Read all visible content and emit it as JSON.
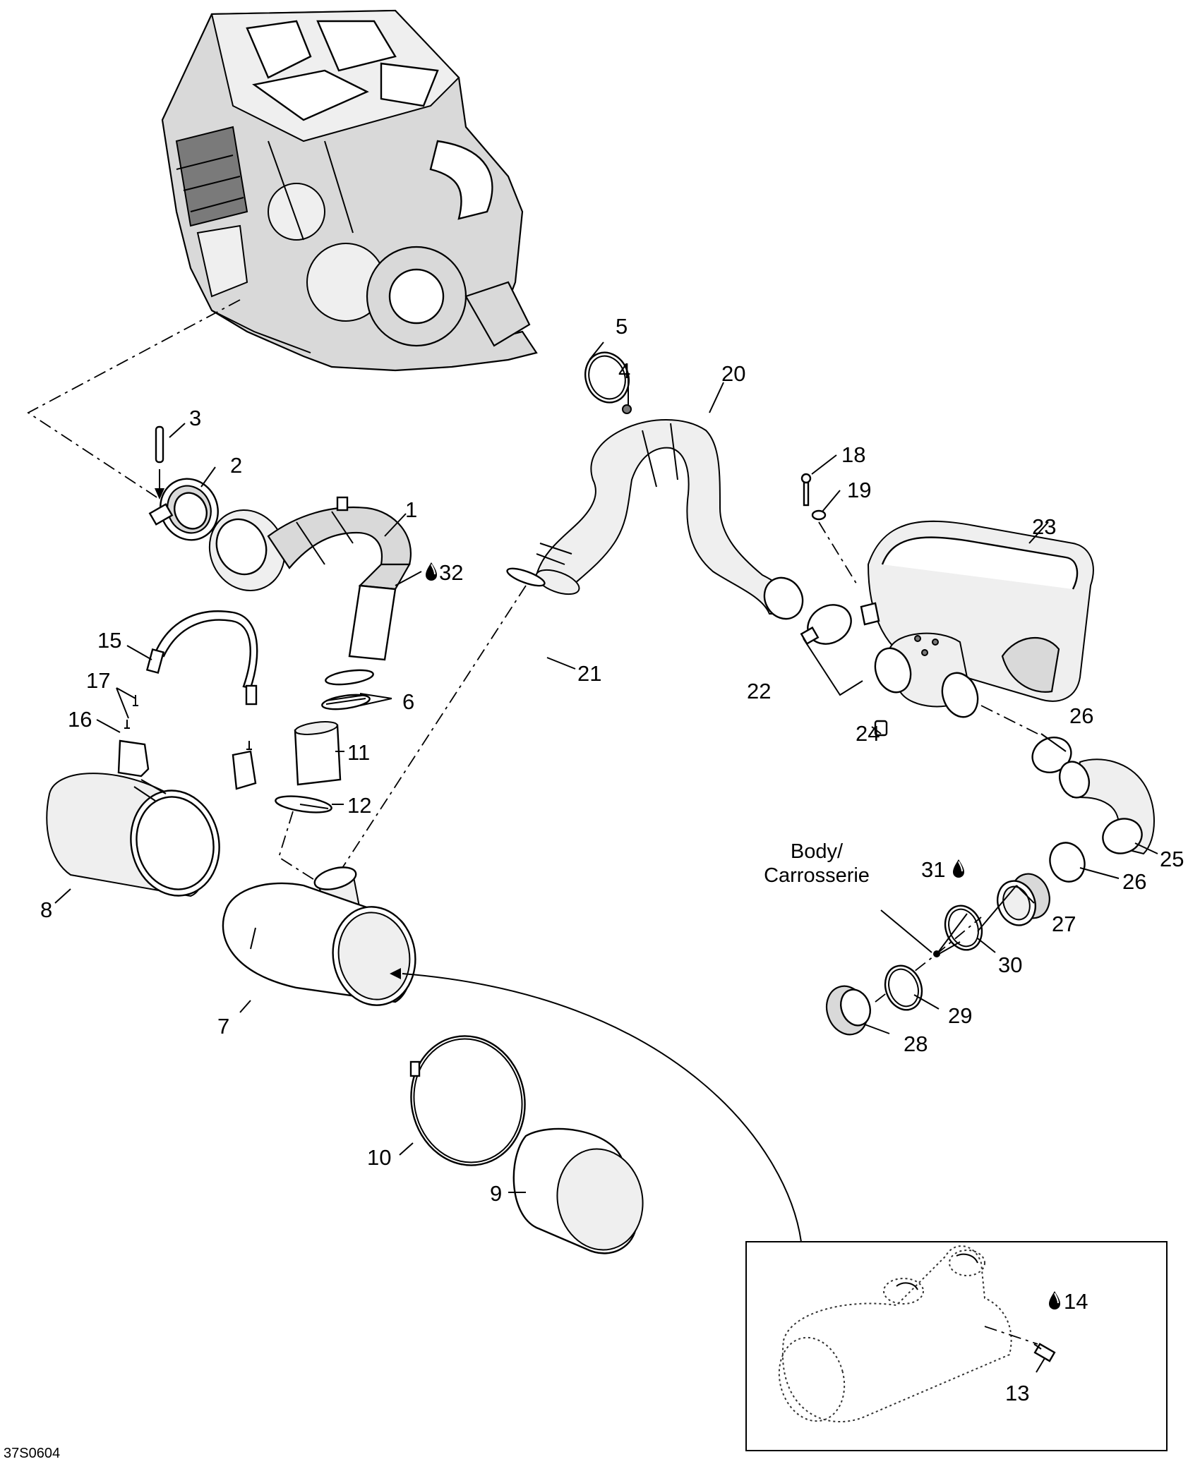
{
  "callouts": [
    {
      "id": "1",
      "text": "1"
    },
    {
      "id": "2",
      "text": "2"
    },
    {
      "id": "3",
      "text": "3"
    },
    {
      "id": "4",
      "text": "4"
    },
    {
      "id": "5",
      "text": "5"
    },
    {
      "id": "6",
      "text": "6"
    },
    {
      "id": "7",
      "text": "7"
    },
    {
      "id": "8",
      "text": "8"
    },
    {
      "id": "9",
      "text": "9"
    },
    {
      "id": "10",
      "text": "10"
    },
    {
      "id": "11",
      "text": "11"
    },
    {
      "id": "12",
      "text": "12"
    },
    {
      "id": "13",
      "text": "13"
    },
    {
      "id": "14",
      "text": "14"
    },
    {
      "id": "15",
      "text": "15"
    },
    {
      "id": "16",
      "text": "16"
    },
    {
      "id": "17",
      "text": "17"
    },
    {
      "id": "18",
      "text": "18"
    },
    {
      "id": "19",
      "text": "19"
    },
    {
      "id": "20",
      "text": "20"
    },
    {
      "id": "21",
      "text": "21"
    },
    {
      "id": "22",
      "text": "22"
    },
    {
      "id": "23",
      "text": "23"
    },
    {
      "id": "24",
      "text": "24"
    },
    {
      "id": "25",
      "text": "25"
    },
    {
      "id": "26a",
      "text": "26"
    },
    {
      "id": "26b",
      "text": "26"
    },
    {
      "id": "27",
      "text": "27"
    },
    {
      "id": "28",
      "text": "28"
    },
    {
      "id": "29",
      "text": "29"
    },
    {
      "id": "30",
      "text": "30"
    },
    {
      "id": "31",
      "text": "31"
    },
    {
      "id": "32",
      "text": "32"
    }
  ],
  "body_note": {
    "line1": "Body/",
    "line2": "Carrosserie"
  },
  "figure_code": "37S0604",
  "icons": {
    "adhesive": "liquid-drop-icon"
  },
  "colors": {
    "line": "#000000",
    "background": "#ffffff"
  }
}
